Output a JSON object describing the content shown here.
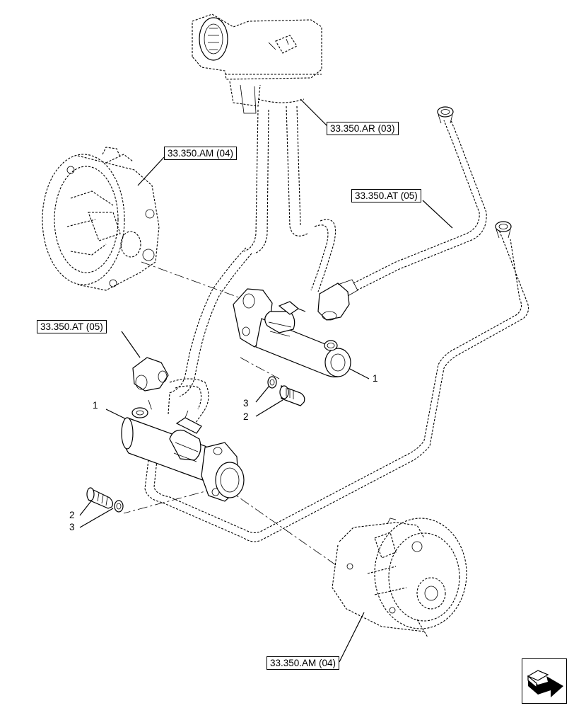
{
  "references": {
    "reservoir": "33.350.AR (03)",
    "brake_top_left": "33.350.AM (04)",
    "pipe_right": "33.350.AT (05)",
    "pipe_left": "33.350.AT (05)",
    "brake_bottom_right": "33.350.AM (04)"
  },
  "item_numbers": {
    "cylinder_upper": "1",
    "cylinder_lower": "1",
    "washer_upper": "3",
    "bolt_upper": "2",
    "bolt_lower": "2",
    "washer_lower": "3"
  },
  "nav": {
    "icon": "next-page-arrow-icon"
  }
}
